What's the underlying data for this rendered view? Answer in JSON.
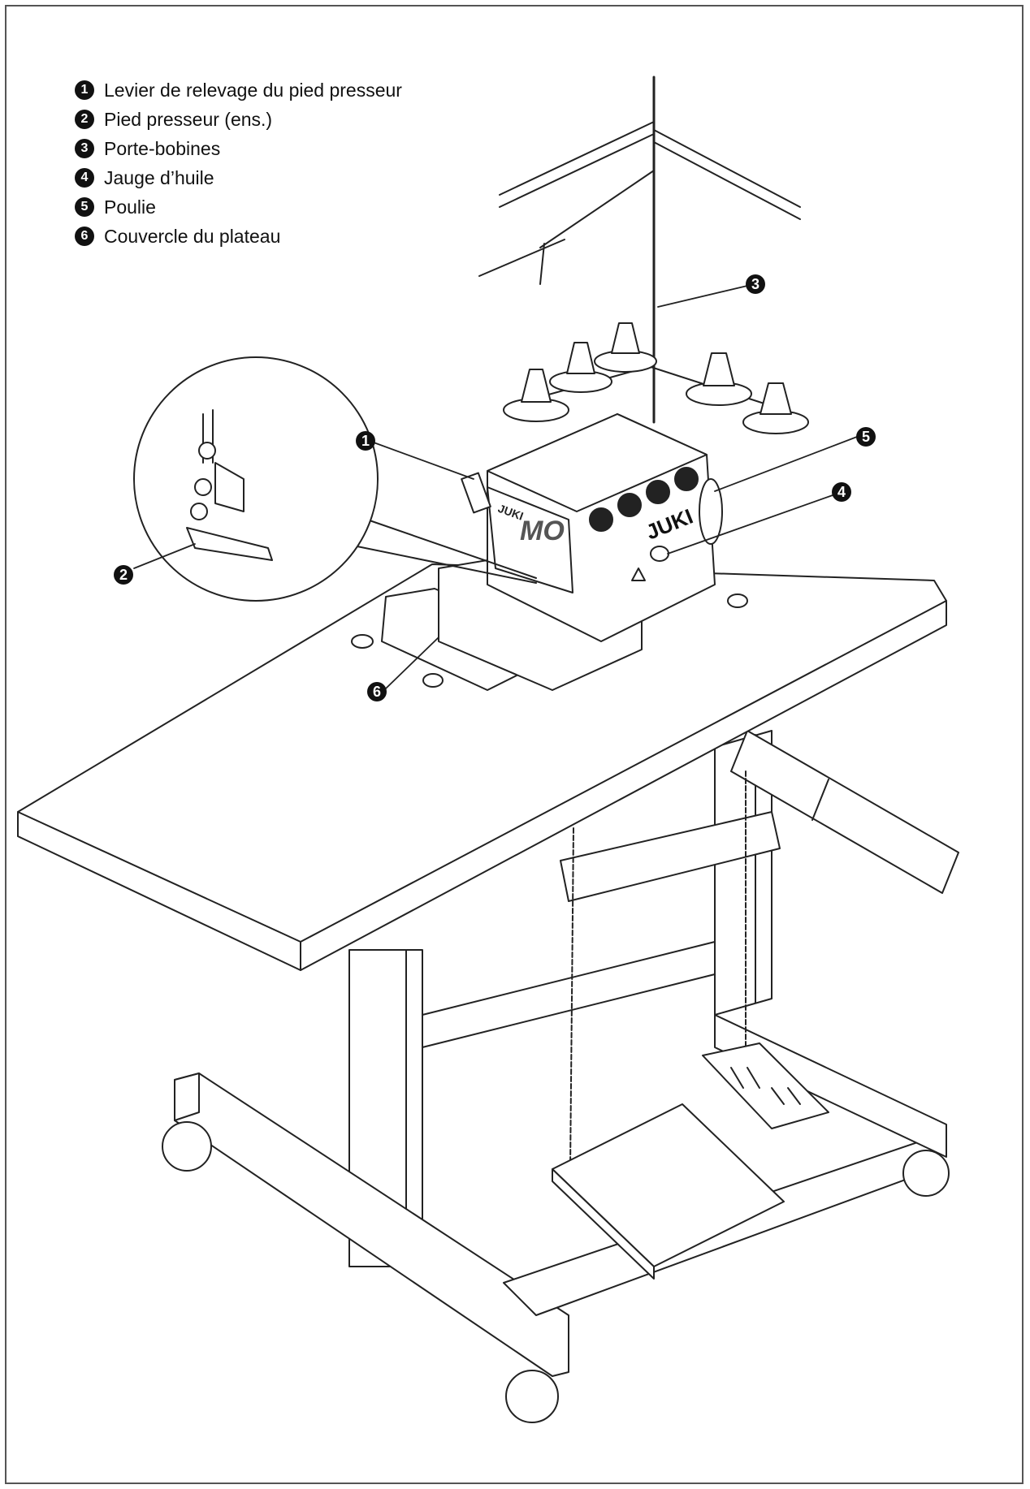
{
  "legend": [
    {
      "num": "1",
      "label": "Levier de relevage du pied presseur"
    },
    {
      "num": "2",
      "label": "Pied presseur (ens.)"
    },
    {
      "num": "3",
      "label": "Porte-bobines"
    },
    {
      "num": "4",
      "label": "Jauge d’huile"
    },
    {
      "num": "5",
      "label": "Poulie"
    },
    {
      "num": "6",
      "label": "Couvercle du plateau"
    }
  ],
  "callouts": {
    "c1": "1",
    "c2": "2",
    "c3": "3",
    "c4": "4",
    "c5": "5",
    "c6": "6"
  },
  "machine": {
    "brand_front": "JUKI",
    "brand_side": "JUKI",
    "model_mark": "MO"
  }
}
